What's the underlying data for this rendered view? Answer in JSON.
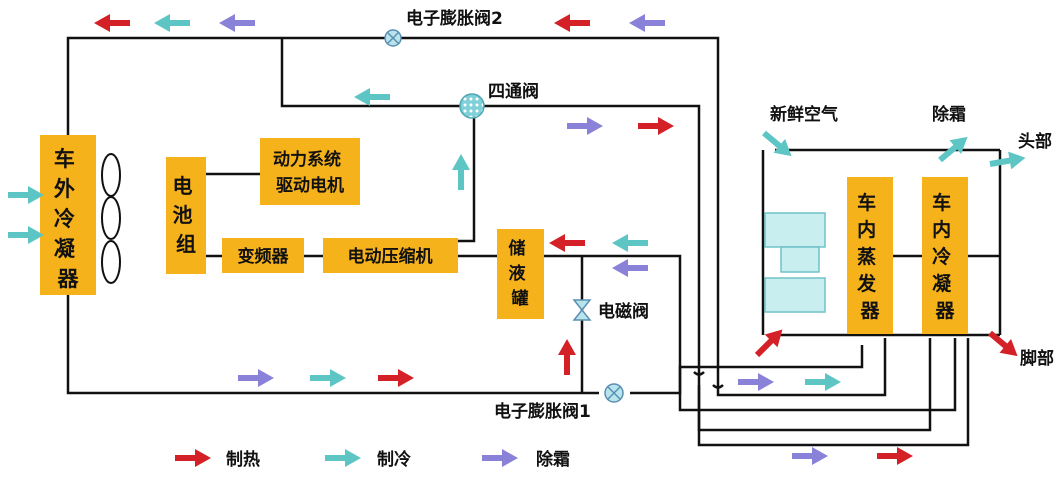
{
  "components": {
    "outdoor_condenser": "车外冷凝器",
    "battery": "电池组",
    "motor": [
      "动力系统",
      "驱动电机"
    ],
    "inverter": "变频器",
    "compressor": "电动压缩机",
    "accumulator": "储液罐",
    "evaporator": "车内蒸发器",
    "cabin_condenser": "车内冷凝器"
  },
  "valves": {
    "exv2": "电子膨胀阀2",
    "four_way": "四通阀",
    "solenoid": "电磁阀",
    "exv1": "电子膨胀阀1"
  },
  "airflow": {
    "fresh_air": "新鲜空气",
    "defrost_out": "除霜",
    "head": "头部",
    "foot": "脚部"
  },
  "legend": [
    {
      "label": "制热",
      "color": "#d42027"
    },
    {
      "label": "制冷",
      "color": "#5ec5c5"
    },
    {
      "label": "除霜",
      "color": "#8a82d8"
    }
  ],
  "colors": {
    "box_fill": "#f5b21b",
    "heat_arrow": "#d42027",
    "cool_arrow": "#5ec5c5",
    "defrost_arrow": "#8a82d8",
    "valve_fill": "#b8e4ee",
    "valve_stroke": "#5a8fb0",
    "four_way_fill": "#7fd0d8"
  }
}
